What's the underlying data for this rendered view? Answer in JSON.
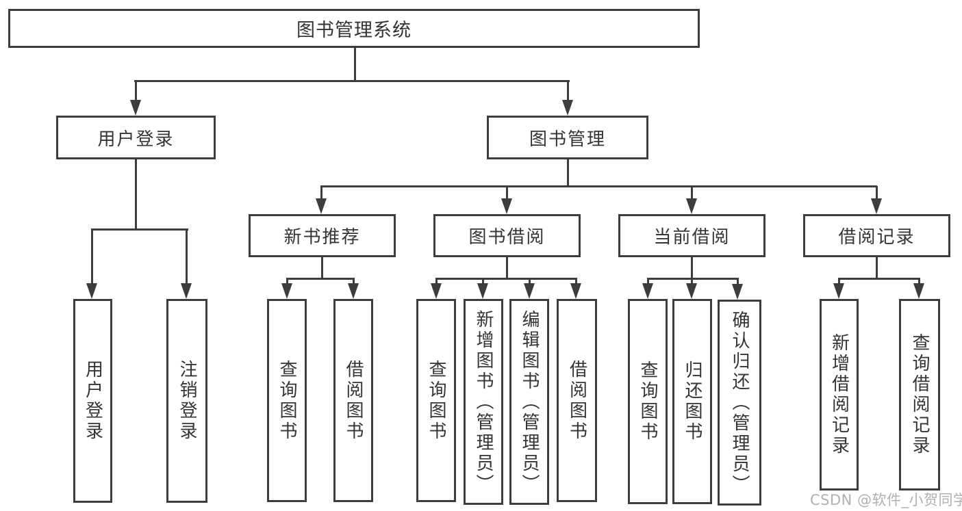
{
  "diagram_title": "图书管理系统",
  "colors": {
    "line": "#3d3d3d",
    "text": "#343434",
    "watermark": "#b0b0b0",
    "background": "#ffffff"
  },
  "tree": {
    "root": {
      "label": "图书管理系统"
    },
    "branches": [
      {
        "label": "用户登录",
        "children": [
          {
            "label": "用户登录"
          },
          {
            "label": "注销登录"
          }
        ]
      },
      {
        "label": "图书管理",
        "children": [
          {
            "label": "新书推荐",
            "children": [
              {
                "label": "查询图书"
              },
              {
                "label": "借阅图书"
              }
            ]
          },
          {
            "label": "图书借阅",
            "children": [
              {
                "label": "查询图书"
              },
              {
                "label": "新增图书（管理员）"
              },
              {
                "label": "编辑图书（管理员）"
              },
              {
                "label": "借阅图书"
              }
            ]
          },
          {
            "label": "当前借阅",
            "children": [
              {
                "label": "查询图书"
              },
              {
                "label": "归还图书"
              },
              {
                "label": "确认归还（管理员）"
              }
            ]
          },
          {
            "label": "借阅记录",
            "children": [
              {
                "label": "新增借阅记录"
              },
              {
                "label": "查询借阅记录"
              }
            ]
          }
        ]
      }
    ]
  },
  "watermark": {
    "text": "CSDN @软件_小贺同学"
  }
}
